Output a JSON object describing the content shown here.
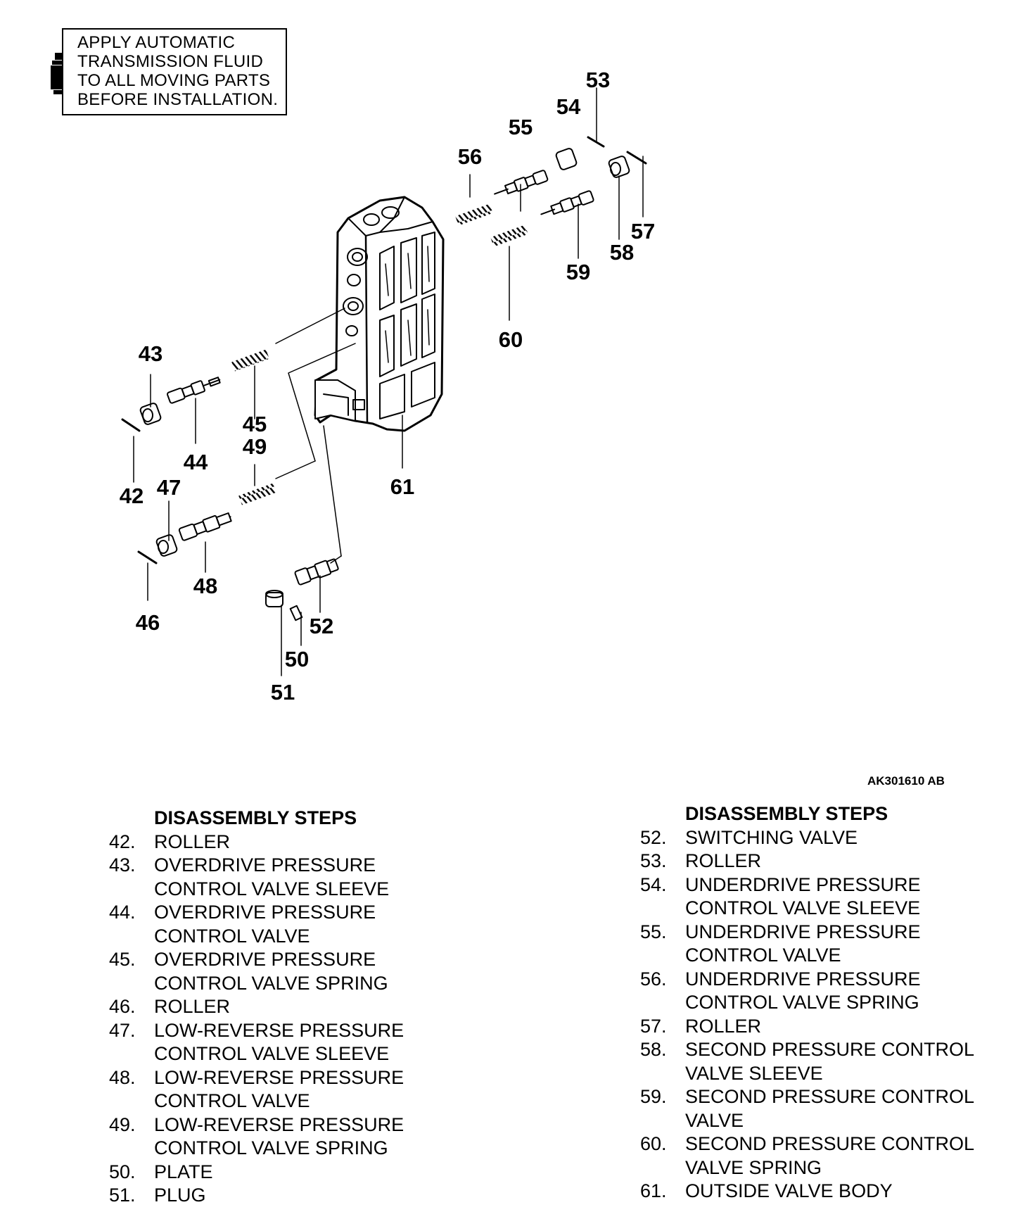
{
  "note": {
    "lines": [
      "APPLY AUTOMATIC",
      "TRANSMISSION FLUID",
      "TO ALL MOVING PARTS",
      "BEFORE INSTALLATION."
    ]
  },
  "figure_id": "AK301610 AB",
  "callouts": [
    "42",
    "43",
    "44",
    "45",
    "46",
    "47",
    "48",
    "49",
    "50",
    "51",
    "52",
    "53",
    "54",
    "55",
    "56",
    "57",
    "58",
    "59",
    "60",
    "61"
  ],
  "steps_left": {
    "heading": "DISASSEMBLY STEPS",
    "items": [
      {
        "num": "42.",
        "lines": [
          "ROLLER"
        ]
      },
      {
        "num": "43.",
        "lines": [
          "OVERDRIVE PRESSURE",
          "CONTROL VALVE SLEEVE"
        ]
      },
      {
        "num": "44.",
        "lines": [
          "OVERDRIVE PRESSURE",
          "CONTROL VALVE"
        ]
      },
      {
        "num": "45.",
        "lines": [
          "OVERDRIVE PRESSURE",
          "CONTROL VALVE SPRING"
        ]
      },
      {
        "num": "46.",
        "lines": [
          "ROLLER"
        ]
      },
      {
        "num": "47.",
        "lines": [
          "LOW-REVERSE PRESSURE",
          "CONTROL VALVE SLEEVE"
        ]
      },
      {
        "num": "48.",
        "lines": [
          "LOW-REVERSE PRESSURE",
          "CONTROL VALVE"
        ]
      },
      {
        "num": "49.",
        "lines": [
          "LOW-REVERSE PRESSURE",
          "CONTROL VALVE SPRING"
        ]
      },
      {
        "num": "50.",
        "lines": [
          "PLATE"
        ]
      },
      {
        "num": "51.",
        "lines": [
          "PLUG"
        ]
      }
    ]
  },
  "steps_right": {
    "heading": "DISASSEMBLY STEPS",
    "items": [
      {
        "num": "52.",
        "lines": [
          "SWITCHING VALVE"
        ]
      },
      {
        "num": "53.",
        "lines": [
          "ROLLER"
        ]
      },
      {
        "num": "54.",
        "lines": [
          "UNDERDRIVE PRESSURE",
          "CONTROL VALVE SLEEVE"
        ]
      },
      {
        "num": "55.",
        "lines": [
          "UNDERDRIVE PRESSURE",
          "CONTROL VALVE"
        ]
      },
      {
        "num": "56.",
        "lines": [
          "UNDERDRIVE PRESSURE",
          "CONTROL VALVE SPRING"
        ]
      },
      {
        "num": "57.",
        "lines": [
          "ROLLER"
        ]
      },
      {
        "num": "58.",
        "lines": [
          "SECOND PRESSURE CONTROL",
          "VALVE SLEEVE"
        ]
      },
      {
        "num": "59.",
        "lines": [
          "SECOND PRESSURE CONTROL",
          "VALVE"
        ]
      },
      {
        "num": "60.",
        "lines": [
          "SECOND PRESSURE CONTROL",
          "VALVE SPRING"
        ]
      },
      {
        "num": "61.",
        "lines": [
          "OUTSIDE VALVE BODY"
        ]
      }
    ]
  }
}
